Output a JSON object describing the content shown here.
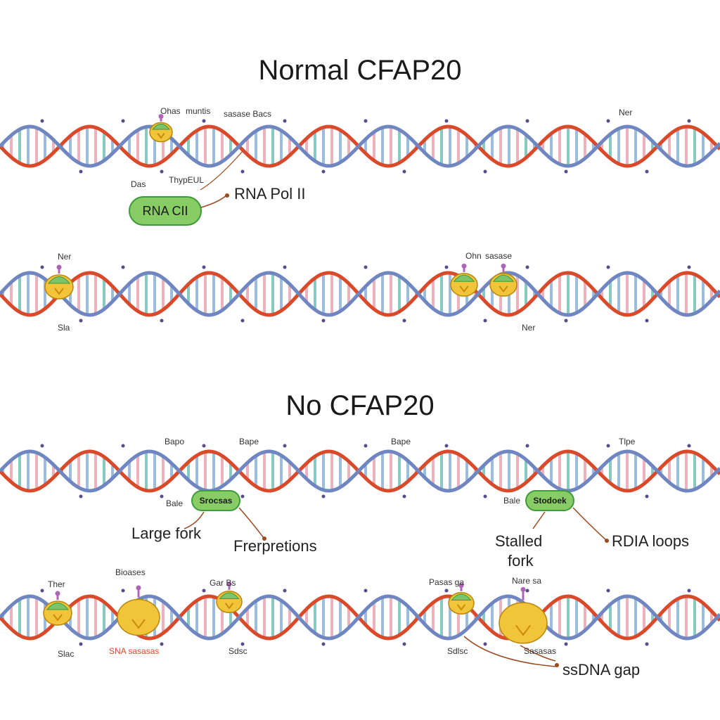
{
  "titles": {
    "normal": "Normal CFAP20",
    "no": "No CFAP20"
  },
  "labels": {
    "rna_pol_ii": "RNA Pol II",
    "rna_pill": "RNA CII",
    "large_fork": "Large fork",
    "frerpretions": "Frerpretions",
    "stalled_fork": "Stalled\nfork",
    "rdia_loops": "RDIA loops",
    "ssdna_gap": "ssDNA gap",
    "pill_left": "Srocsas",
    "pill_right": "Stodoek"
  },
  "small_text": {
    "s1": "Ohas",
    "s2": "muntis",
    "s3": "sasase Bacs",
    "s4": "Ner",
    "s5": "Das",
    "s6": "ThypEUL",
    "s7": "Ner",
    "s8": "Ohn",
    "s9": "sasase",
    "s10": "Sla",
    "s11": "Ner",
    "s12": "Bapo",
    "s13": "Bape",
    "s14": "Bape",
    "s15": "Tlpe",
    "s16": "Bale",
    "s17": "Bale",
    "s18": "Ther",
    "s19": "Bioases",
    "s20": "Gar Bs",
    "s21": "Pasas ga",
    "s22": "Nare sa",
    "s23": "Slac",
    "s24": "SNA sasasas",
    "s25": "Sdsc",
    "s26": "Sdlsc",
    "s27": "Sasasas"
  },
  "colors": {
    "strand_red": "#d84a2a",
    "strand_blue": "#6f86c0",
    "rung_blue": "#7aa8d8",
    "rung_pink": "#e89aa8",
    "rung_teal": "#5fb8b0",
    "protein_yellow": "#f2c43a",
    "protein_green": "#7cc36b",
    "pill_green": "#88cc66",
    "pill_border": "#3e9a3a",
    "leader": "#9a4a20"
  },
  "icons": {
    "polymerase": "rna-polymerase-icon",
    "cfap20": "cfap20-protein-icon",
    "tag": "histone-tag-icon"
  }
}
